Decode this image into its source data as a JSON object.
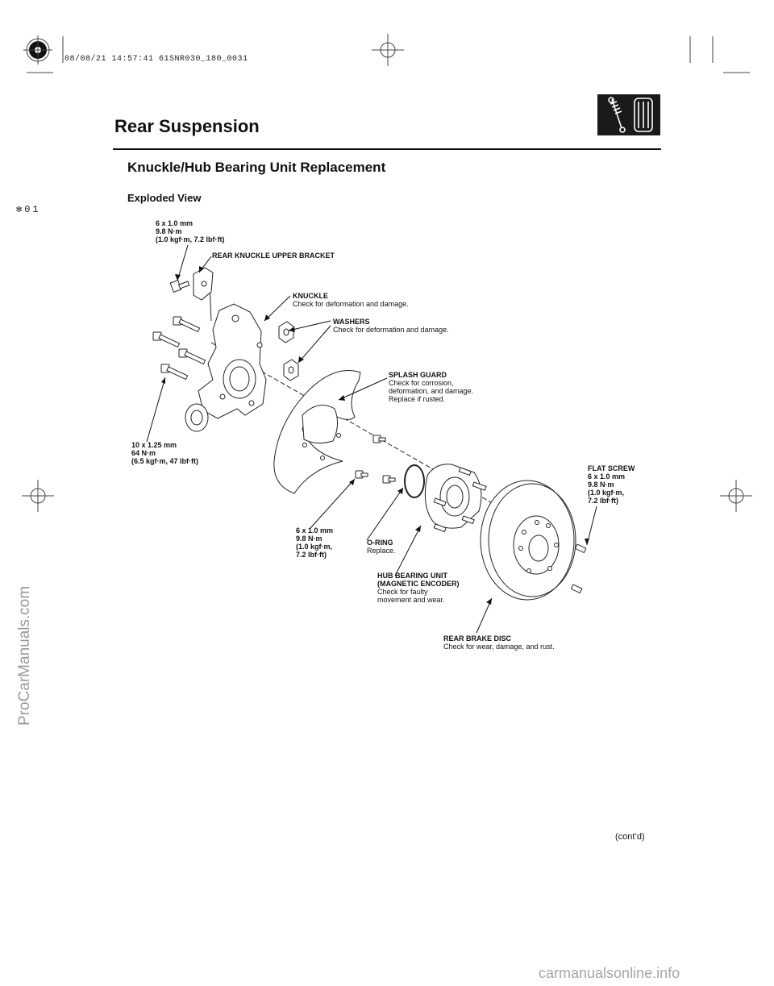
{
  "header": {
    "stamp": "08/08/21 14:57:41 61SNR030_180_0031",
    "side_mark": "✻01",
    "section_title": "Rear Suspension",
    "section_icon": "suspension-shock-tire-icon"
  },
  "procedure": {
    "title": "Knuckle/Hub Bearing Unit Replacement",
    "subtitle": "Exploded View"
  },
  "labels": {
    "bracket_bolt": {
      "lines": [
        "6 x 1.0 mm",
        "9.8 N·m",
        "(1.0 kgf·m, 7.2 lbf·ft)"
      ]
    },
    "upper_bracket": {
      "title": "REAR KNUCKLE UPPER BRACKET"
    },
    "knuckle": {
      "title": "KNUCKLE",
      "note": "Check for deformation and damage."
    },
    "washers": {
      "title": "WASHERS",
      "note": "Check for deformation and damage."
    },
    "splash_guard": {
      "title": "SPLASH GUARD",
      "note_lines": [
        "Check for corrosion,",
        "deformation, and damage.",
        "Replace if rusted."
      ]
    },
    "knuckle_bolts": {
      "lines": [
        "10 x 1.25 mm",
        "64 N·m",
        "(6.5 kgf·m, 47 lbf·ft)"
      ]
    },
    "flat_screw": {
      "lines": [
        "FLAT SCREW",
        "6 x 1.0 mm",
        "9.8 N·m",
        "(1.0 kgf·m,",
        "7.2 lbf·ft)"
      ]
    },
    "guard_bolt": {
      "lines": [
        "6 x 1.0 mm",
        "9.8 N·m",
        "(1.0 kgf·m,",
        "7.2 lbf·ft)"
      ]
    },
    "o_ring": {
      "title": "O-RING",
      "note": "Replace."
    },
    "hub_bearing": {
      "title_lines": [
        "HUB BEARING UNIT",
        "(MAGNETIC ENCODER)"
      ],
      "note_lines": [
        "Check for faulty",
        "movement and wear."
      ]
    },
    "brake_disc": {
      "title": "REAR BRAKE DISC",
      "note": "Check for wear, damage, and rust."
    }
  },
  "footer": {
    "contd": "(cont’d)"
  },
  "watermarks": {
    "left": "ProCarManuals.com",
    "bottom": "carmanualsonline.info"
  }
}
